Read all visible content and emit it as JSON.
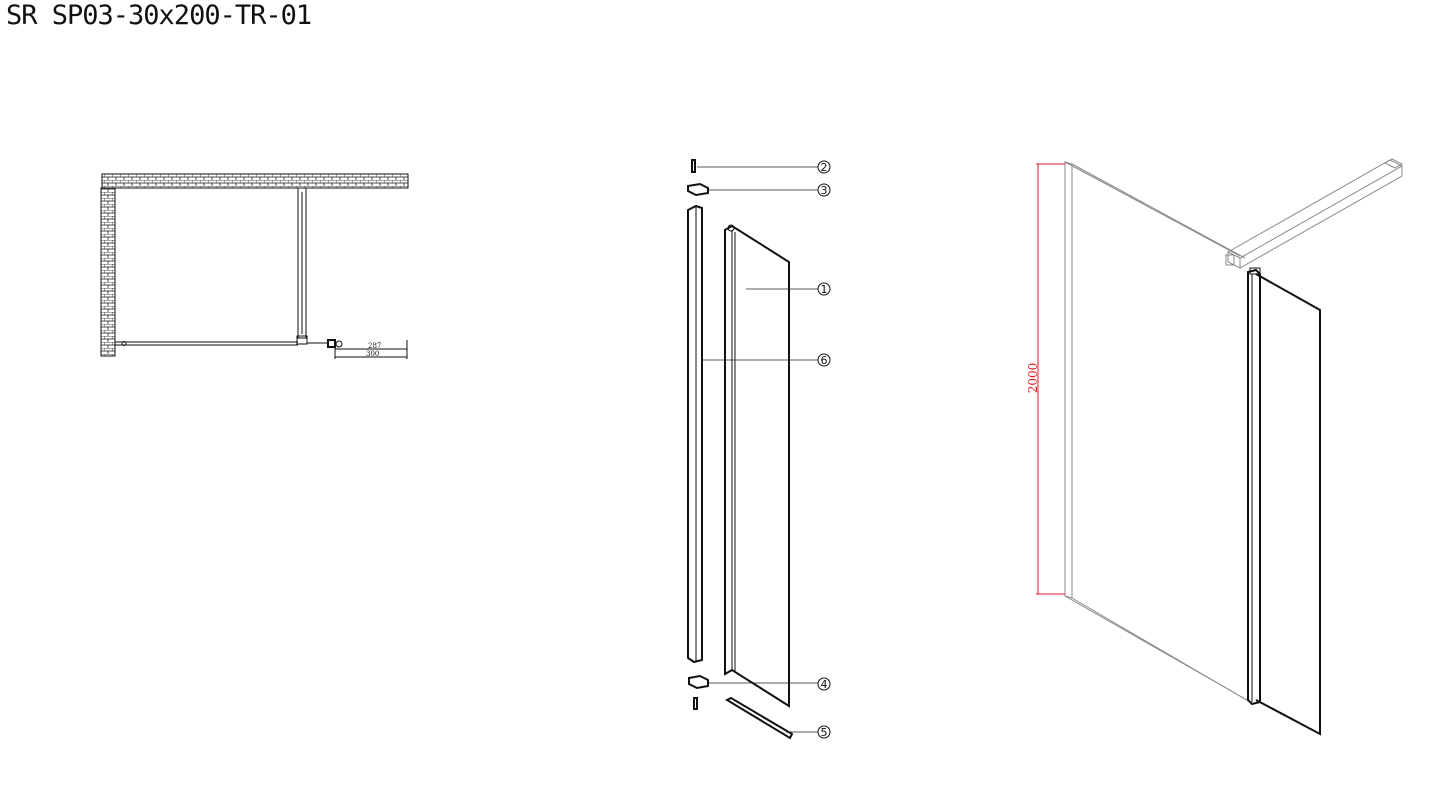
{
  "title": "SR SP03-30x200-TR-01",
  "plan_view": {
    "dim_inner": "287",
    "dim_outer": "300"
  },
  "exploded_view": {
    "balloons": [
      {
        "num": "2"
      },
      {
        "num": "3"
      },
      {
        "num": "1"
      },
      {
        "num": "6"
      },
      {
        "num": "4"
      },
      {
        "num": "5"
      }
    ]
  },
  "iso_view": {
    "height_dim": "2000"
  },
  "colors": {
    "line": "#111111",
    "dimension": "#e01b24"
  }
}
